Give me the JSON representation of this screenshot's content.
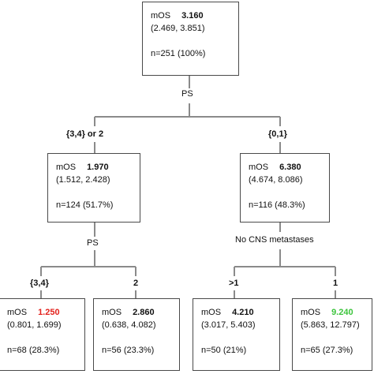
{
  "colors": {
    "line": "#8a8a8a",
    "border": "#4a4a4a",
    "red_value": "#e3221d",
    "green_value": "#3cc43c"
  },
  "nodes": {
    "root": {
      "label": "mOS",
      "value": "3.160",
      "ci": "(2.469, 3.851)",
      "n": "n=251 (100%)"
    },
    "left": {
      "label": "mOS",
      "value": "1.970",
      "ci": "(1.512, 2.428)",
      "n": "n=124 (51.7%)"
    },
    "right": {
      "label": "mOS",
      "value": "6.380",
      "ci": "(4.674, 8.086)",
      "n": "n=116 (48.3%)"
    },
    "leaf1": {
      "label": "mOS",
      "value": "1.250",
      "ci": "(0.801, 1.699)",
      "n": "n=68 (28.3%)"
    },
    "leaf2": {
      "label": "mOS",
      "value": "2.860",
      "ci": "(0.638, 4.082)",
      "n": "n=56 (23.3%)"
    },
    "leaf3": {
      "label": "mOS",
      "value": "4.210",
      "ci": "(3.017, 5.403)",
      "n": "n=50 (21%)"
    },
    "leaf4": {
      "label": "mOS",
      "value": "9.240",
      "ci": "(5.863, 12.797)",
      "n": "n=65 (27.3%)"
    }
  },
  "splits": {
    "root": "PS",
    "left": "PS",
    "right": "No CNS metastases"
  },
  "branches": {
    "root_left": "{3,4} or 2",
    "root_right": "{0,1}",
    "left_left": "{3,4}",
    "left_right": "2",
    "right_left": ">1",
    "right_right": "1"
  }
}
